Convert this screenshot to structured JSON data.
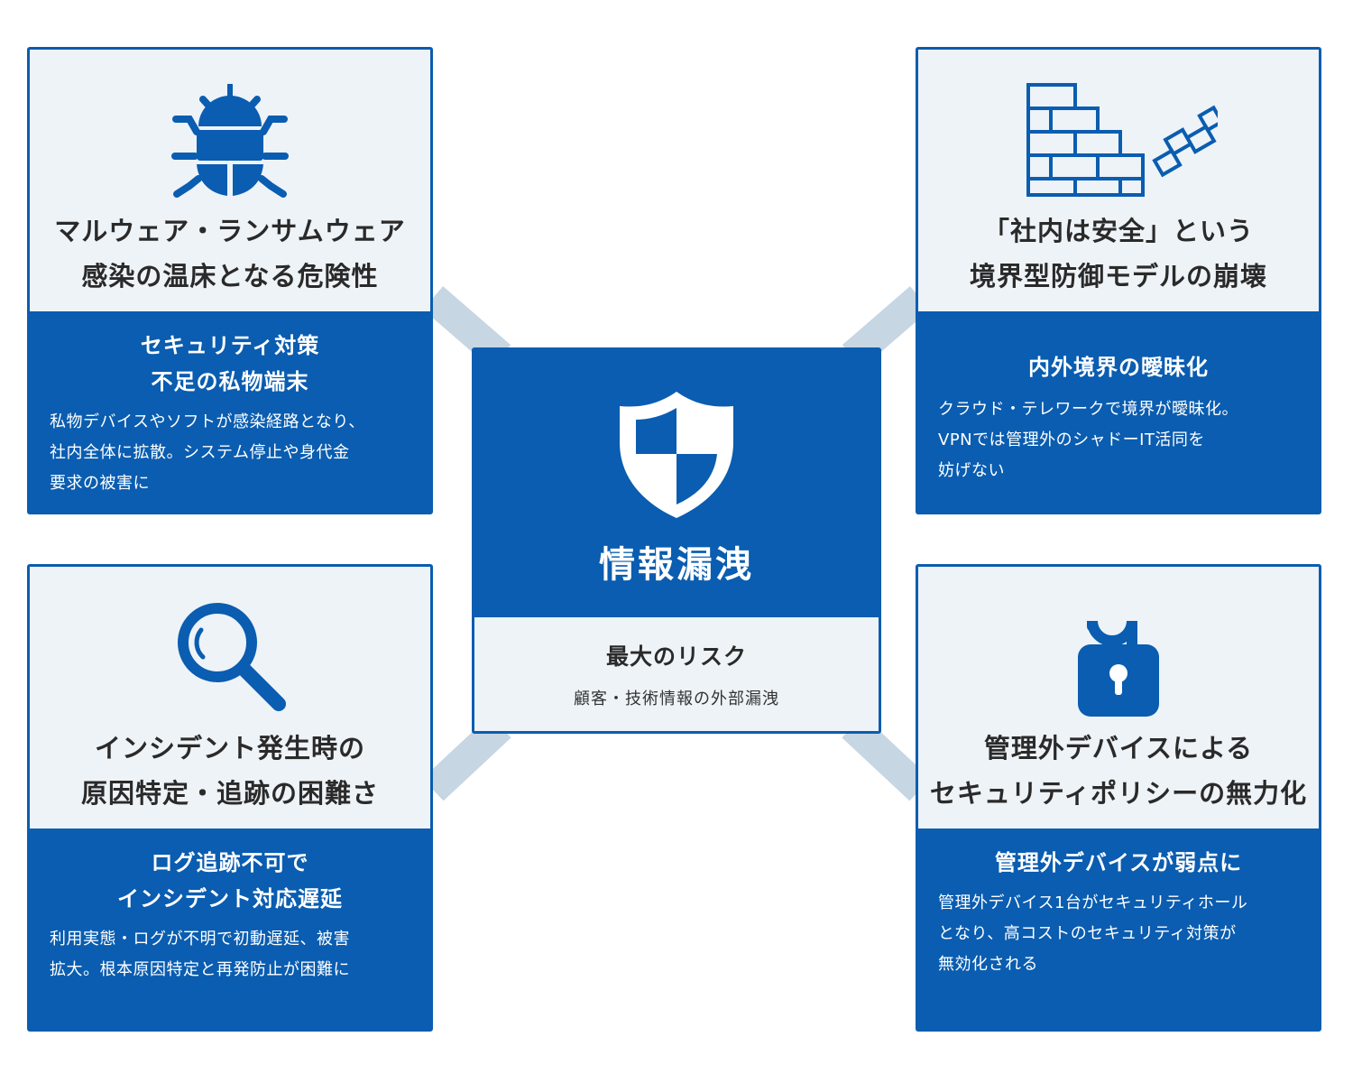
{
  "colors": {
    "primary": "#0a5db0",
    "light": "#eef3f7",
    "connector": "#c6d6e3"
  },
  "center": {
    "title": "情報漏洩",
    "subtitle": "最大のリスク",
    "description": "顧客・技術情報の外部漏洩",
    "icon": "shield-icon"
  },
  "cards": {
    "top_left": {
      "icon": "bug-icon",
      "title": [
        "マルウェア・ランサムウェア",
        "感染の温床となる危険性"
      ],
      "subtitle": [
        "セキュリティ対策",
        "不足の私物端末"
      ],
      "description": [
        "私物デバイスやソフトが感染経路となり、",
        "社内全体に拡散。システム停止や身代金",
        "要求の被害に"
      ]
    },
    "top_right": {
      "icon": "brick-wall-icon",
      "title": [
        "「社内は安全」という",
        "境界型防御モデルの崩壊"
      ],
      "subtitle": [
        "内外境界の曖昧化"
      ],
      "description": [
        "クラウド・テレワークで境界が曖昧化。",
        "VPNでは管理外のシャドーIT活同を",
        "妨げない"
      ]
    },
    "bottom_left": {
      "icon": "magnifier-icon",
      "title": [
        "インシデント発生時の",
        "原因特定・追跡の困難さ"
      ],
      "subtitle": [
        "ログ追跡不可で",
        "インシデント対応遅延"
      ],
      "description": [
        "利用実態・ログが不明で初動遅延、被害",
        "拡大。根本原因特定と再発防止が困難に"
      ]
    },
    "bottom_right": {
      "icon": "unlocked-padlock-icon",
      "title": [
        "管理外デバイスによる",
        "セキュリティポリシーの無力化"
      ],
      "subtitle": [
        "管理外デバイスが弱点に"
      ],
      "description": [
        "管理外デバイス1台がセキュリティホール",
        "となり、高コストのセキュリティ対策が",
        "無効化される"
      ]
    }
  }
}
